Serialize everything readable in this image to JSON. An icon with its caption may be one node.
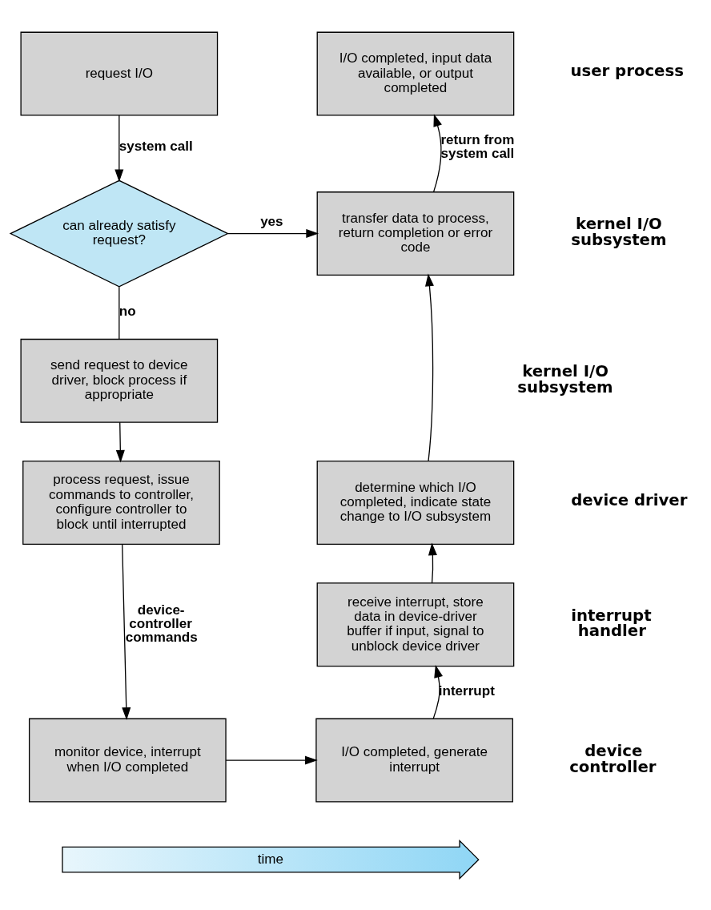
{
  "diagram": {
    "nodes": [
      {
        "text": [
          "request I/O"
        ]
      },
      {
        "text": [
          "can already satisfy request?"
        ]
      },
      {
        "text": [
          "send request to device driver, block process if appropriate"
        ]
      },
      {
        "text": [
          "process request, issue commands to controller, configure controller to block until interrupted"
        ]
      },
      {
        "text": [
          "monitor device, interrupt when I/O completed"
        ]
      },
      {
        "text": [
          "I/O completed, generate interrupt"
        ]
      },
      {
        "text": [
          "receive interrupt, store data in device-driver buffer if input, signal to unblock device driver"
        ]
      },
      {
        "text": [
          "determine which I/O completed, indicate state change to I/O subsystem"
        ]
      },
      {
        "text": [
          "transfer data to process, return completion or error code"
        ]
      },
      {
        "text": [
          "I/O completed, input data available, or output completed"
        ]
      },
      {
        "text": [
          "time"
        ]
      }
    ],
    "edges": [
      {
        "from": 0,
        "to": 1,
        "arrow": "to",
        "label": "system call"
      },
      {
        "from": 1,
        "to": 8,
        "arrow": "to",
        "label": "yes"
      },
      {
        "from": 1,
        "to": 2,
        "arrow": "none",
        "label": "no"
      },
      {
        "from": 2,
        "to": 3,
        "arrow": "to"
      },
      {
        "from": 3,
        "to": 4,
        "arrow": "to",
        "label": "device-controller commands"
      },
      {
        "from": 4,
        "to": 5,
        "arrow": "to"
      },
      {
        "from": 5,
        "to": 6,
        "arrow": "to",
        "label": "interrupt"
      },
      {
        "from": 6,
        "to": 7,
        "arrow": "to"
      },
      {
        "from": 7,
        "to": 8,
        "arrow": "to"
      },
      {
        "from": 8,
        "to": 9,
        "arrow": "to",
        "label": "return from system call"
      }
    ],
    "labels": [
      "user process",
      "kernel I/O subsystem",
      "kernel I/O subsystem",
      "device driver",
      "interrupt handler",
      "device controller"
    ]
  }
}
